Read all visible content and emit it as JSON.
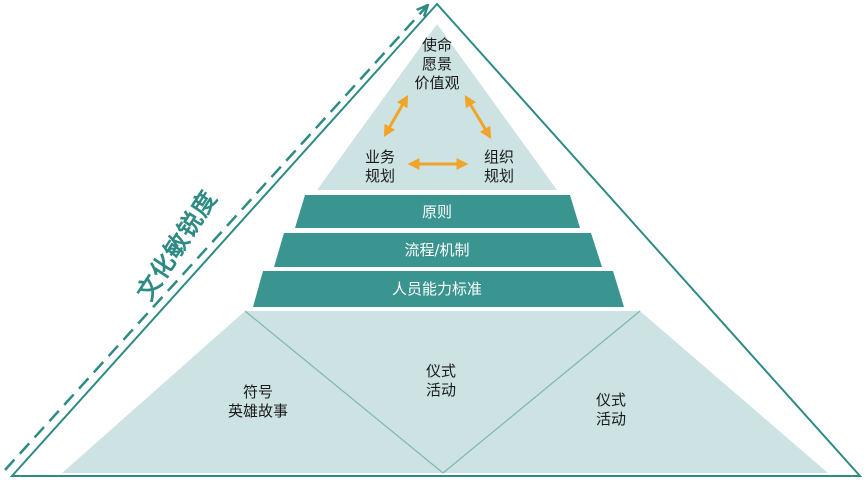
{
  "side_label": "文化敏锐度",
  "top": {
    "center": "使命\n愿景\n价值观",
    "left": "业务\n规划",
    "right": "组织\n规划"
  },
  "bands": [
    "原则",
    "流程/机制",
    "人员能力标准"
  ],
  "base": {
    "left": "符号\n英雄故事",
    "center": "仪式\n活动",
    "right": "仪式\n活动"
  },
  "colors": {
    "outline": "#2e8b83",
    "band_fill": "#3a9590",
    "light_fill": "#cde3e3",
    "arrow": "#f0a52a"
  }
}
